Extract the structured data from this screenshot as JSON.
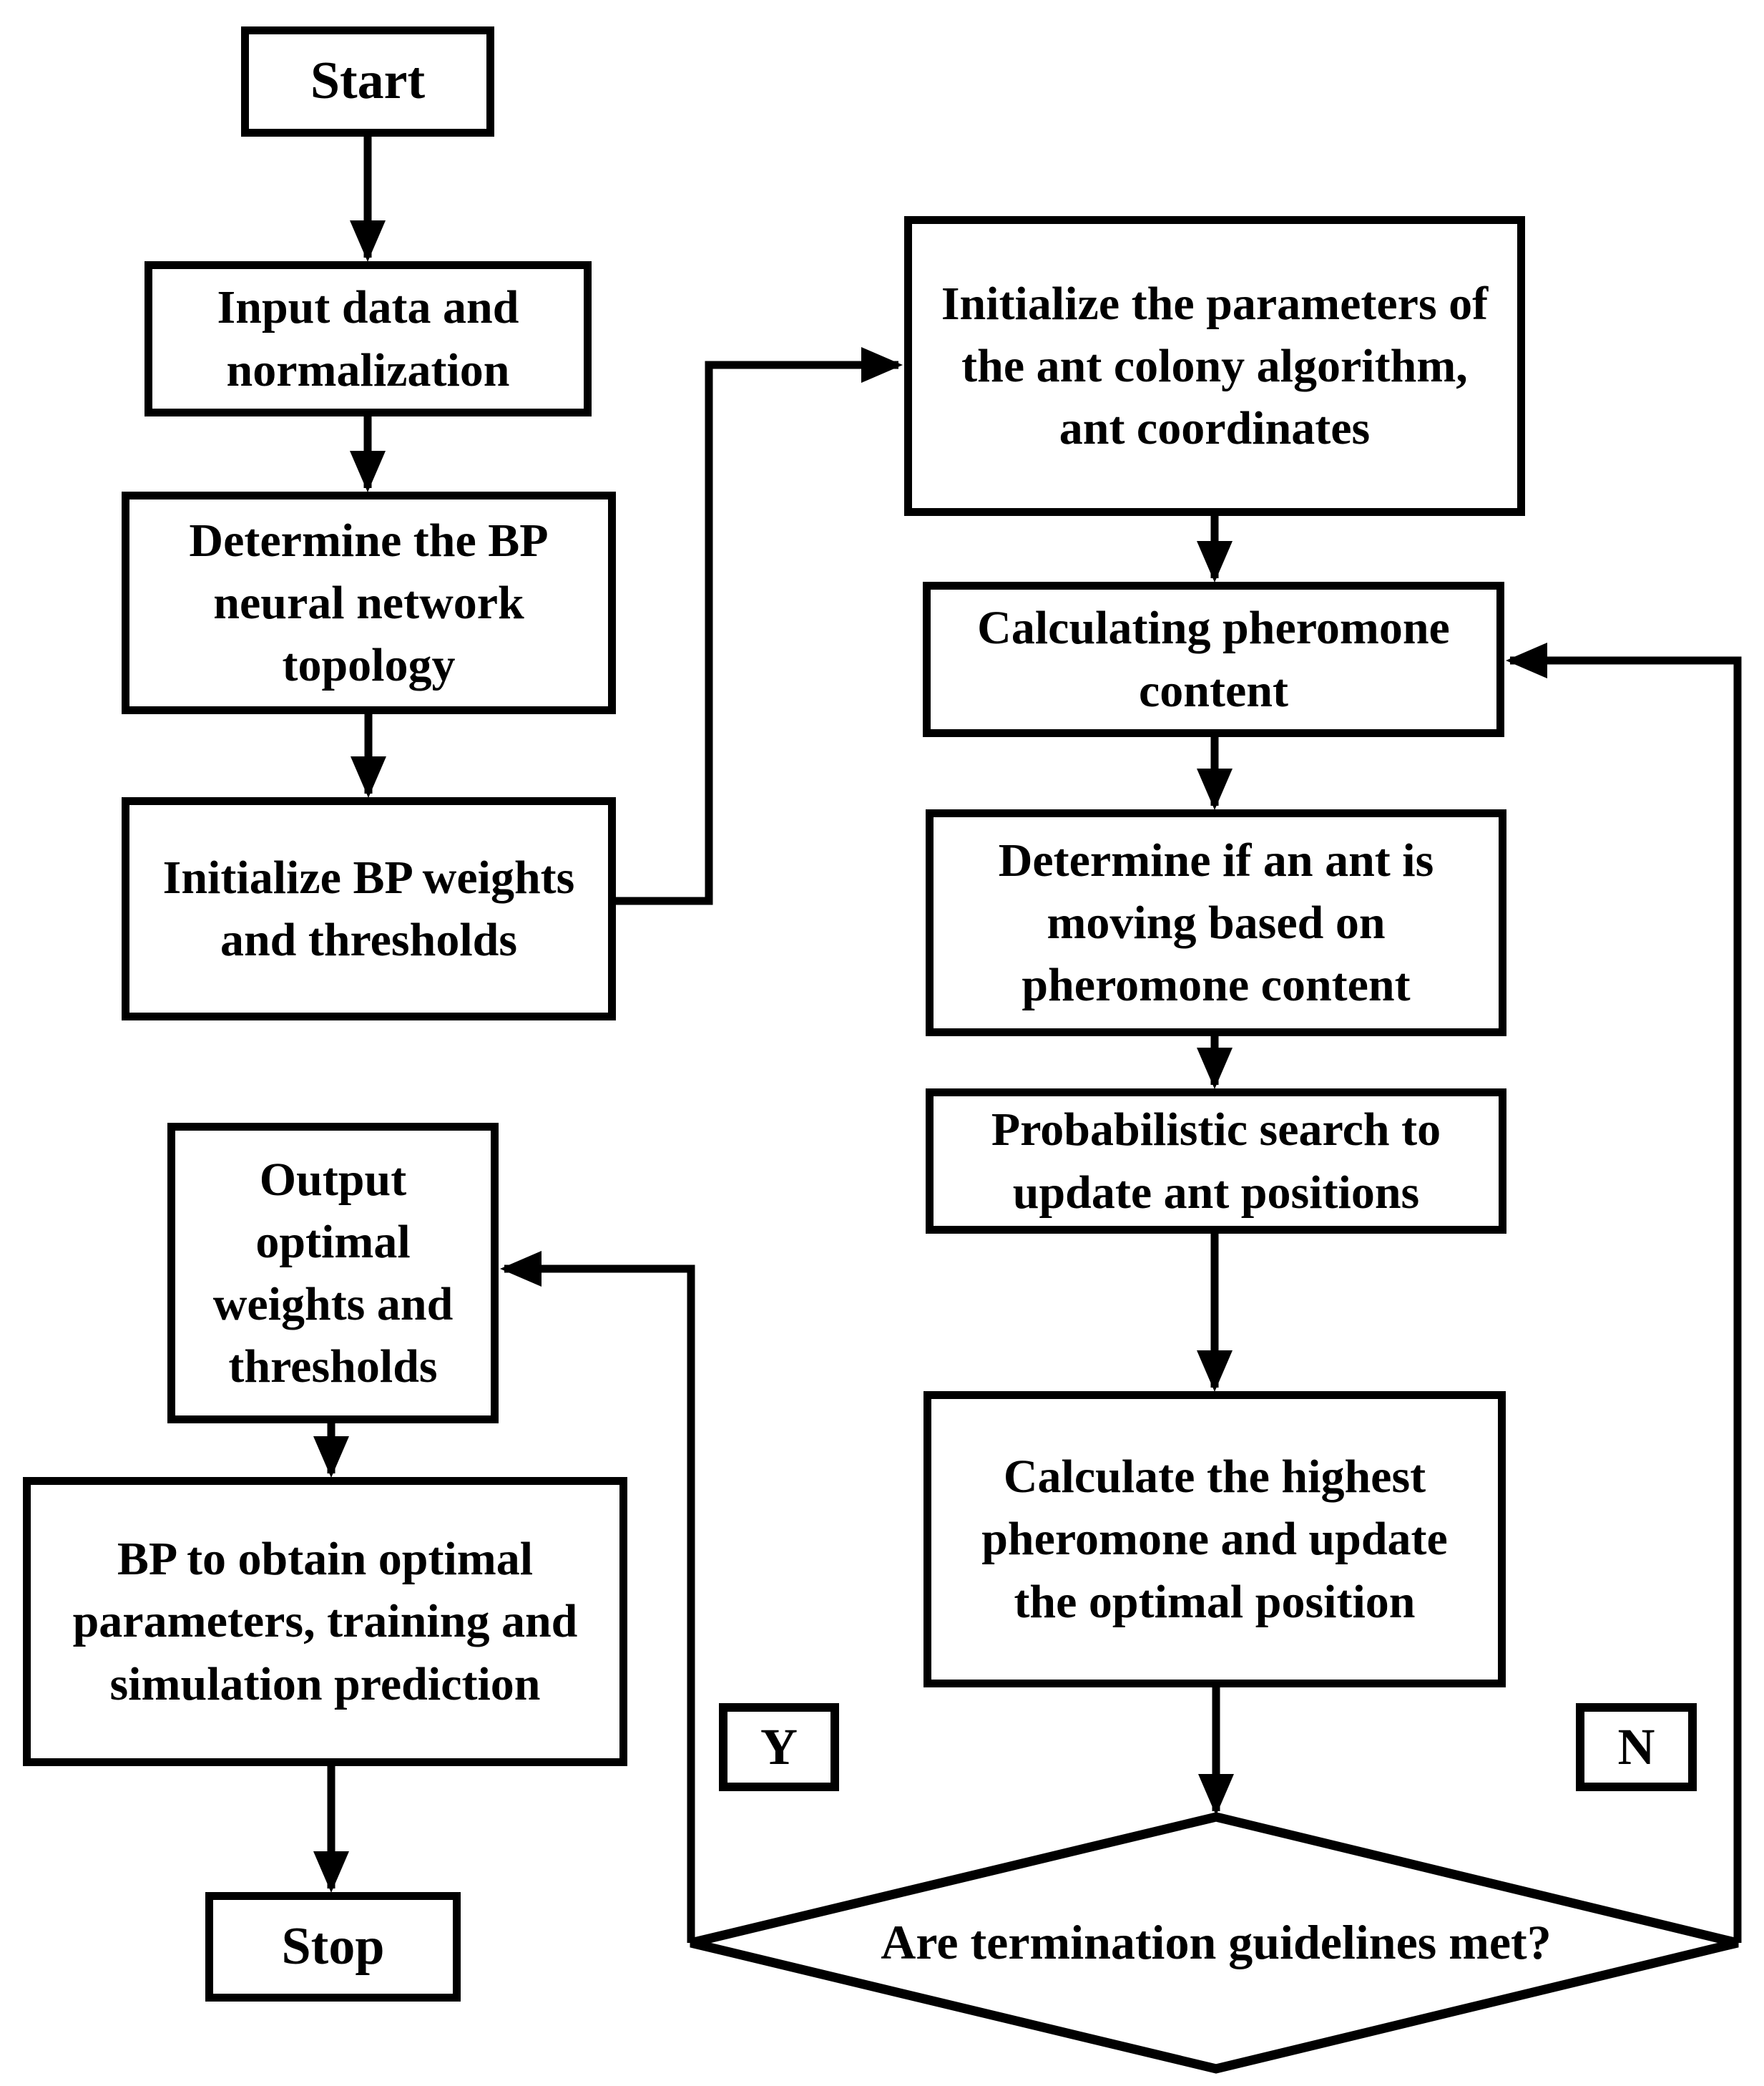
{
  "diagram": {
    "type": "flowchart",
    "colors": {
      "background": "#ffffff",
      "line": "#000000",
      "box_fill": "#ffffff",
      "text": "#000000"
    },
    "nodes": {
      "start": "Start",
      "input_data": "Input data and normalization",
      "determine_topology": "Determine the BP neural network topology",
      "init_bp_weights": "Initialize BP weights and thresholds",
      "init_ant_params": "Initialize the parameters of the ant colony algorithm, ant coordinates",
      "calc_pheromone": "Calculating pheromone content",
      "determine_ant_moving": "Determine if an ant is moving based on pheromone content",
      "probabilistic_search": "Probabilistic search to update ant positions",
      "calc_highest_pheromone": "Calculate the highest pheromone and update the optimal position",
      "termination_check": "Are termination guidelines met?",
      "output_weights": "Output optimal weights and thresholds",
      "bp_training": "BP to obtain optimal parameters, training and simulation prediction",
      "stop": "Stop"
    },
    "edge_labels": {
      "yes": "Y",
      "no": "N"
    },
    "edges": [
      {
        "from": "start",
        "to": "input_data"
      },
      {
        "from": "input_data",
        "to": "determine_topology"
      },
      {
        "from": "determine_topology",
        "to": "init_bp_weights"
      },
      {
        "from": "init_bp_weights",
        "to": "init_ant_params"
      },
      {
        "from": "init_ant_params",
        "to": "calc_pheromone"
      },
      {
        "from": "calc_pheromone",
        "to": "determine_ant_moving"
      },
      {
        "from": "determine_ant_moving",
        "to": "probabilistic_search"
      },
      {
        "from": "probabilistic_search",
        "to": "calc_highest_pheromone"
      },
      {
        "from": "calc_highest_pheromone",
        "to": "termination_check"
      },
      {
        "from": "termination_check",
        "to": "output_weights",
        "label": "Y"
      },
      {
        "from": "termination_check",
        "to": "calc_pheromone",
        "label": "N"
      },
      {
        "from": "output_weights",
        "to": "bp_training"
      },
      {
        "from": "bp_training",
        "to": "stop"
      }
    ]
  }
}
